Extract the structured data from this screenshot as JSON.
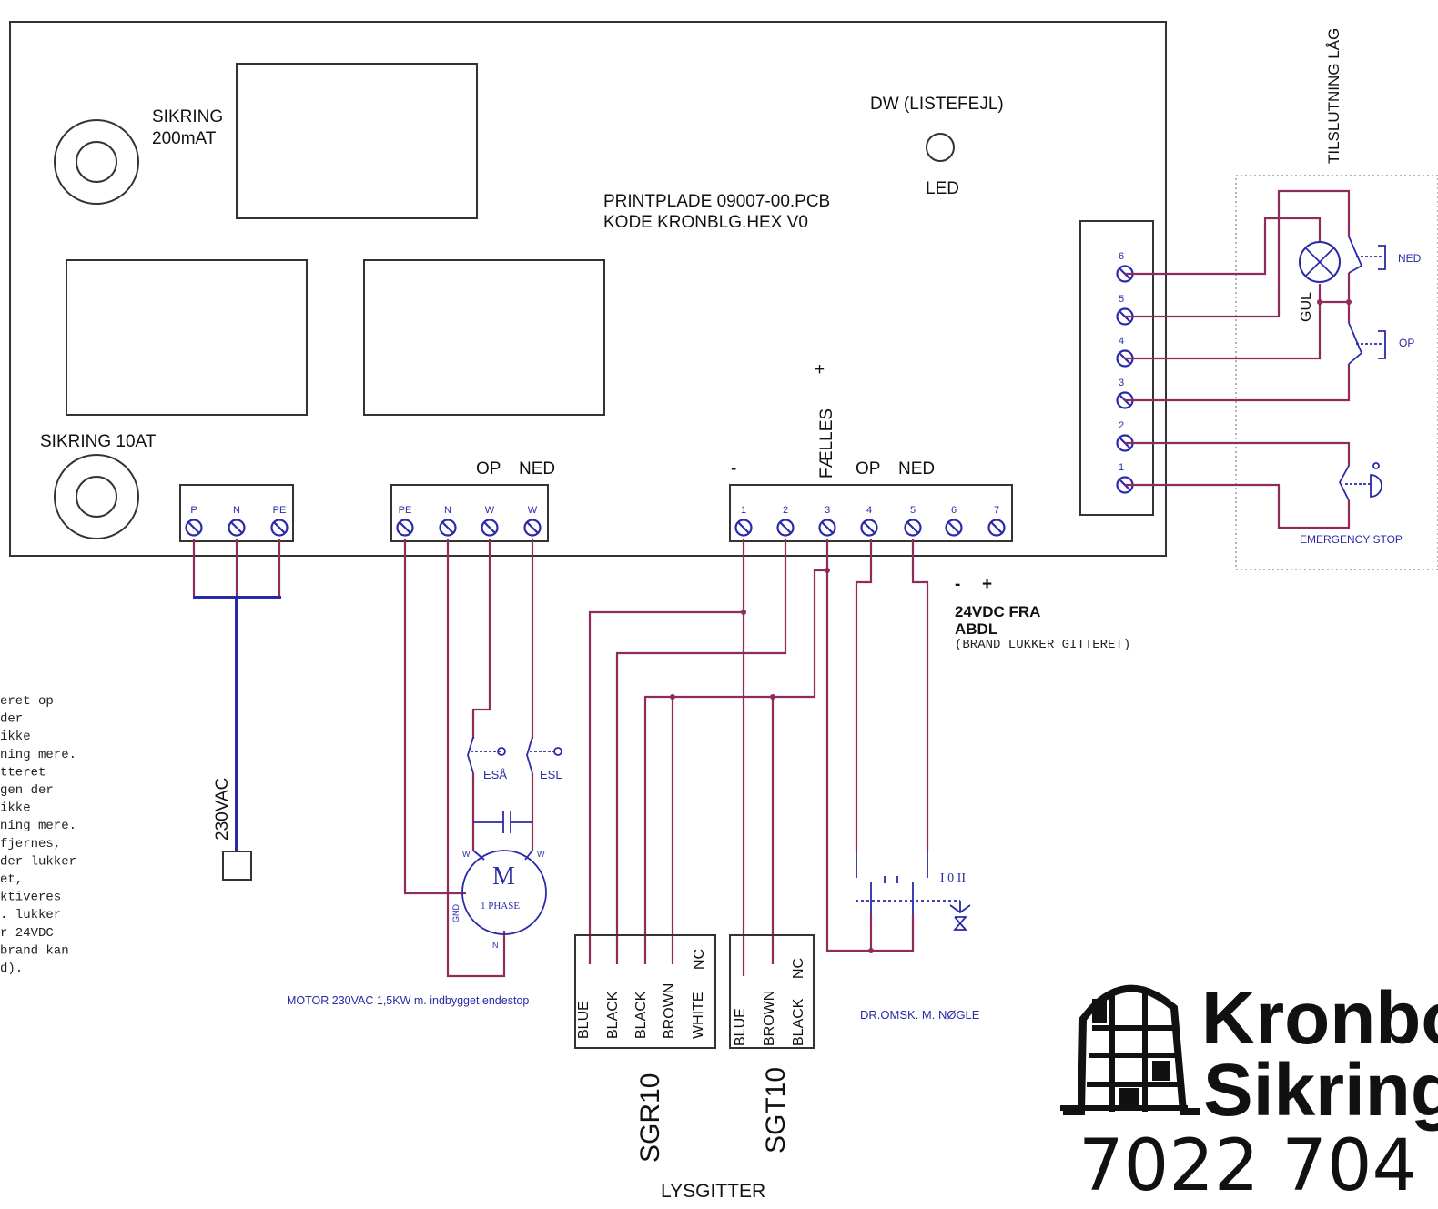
{
  "board": {
    "fuse_small": "SIKRING\n200mAT",
    "fuse_small_l1": "SIKRING",
    "fuse_small_l2": "200mAT",
    "fuse_large": "SIKRING 10AT",
    "pcb_line1": "PRINTPLADE 09007-00.PCB",
    "pcb_line2": "KODE KRONBLG.HEX V0",
    "led_title": "DW (LISTEFEJL)",
    "led_label": "LED",
    "plus_sign": "+",
    "minus_sign": "-",
    "faelles": "FÆLLES",
    "op": "OP",
    "ned": "NED"
  },
  "terminals": {
    "power": [
      "P",
      "N",
      "PE"
    ],
    "motor": [
      "PE",
      "N",
      "W",
      "W"
    ],
    "control": [
      "1",
      "2",
      "3",
      "4",
      "5",
      "6",
      "7"
    ],
    "lid": [
      "6",
      "5",
      "4",
      "3",
      "2",
      "1"
    ]
  },
  "supply": {
    "label": "230VAC"
  },
  "motor": {
    "symbol": "M",
    "phase": "1 PHASE",
    "w1": "W",
    "w2": "W",
    "gnd": "GND",
    "n": "N",
    "limit_open": "ESÅ",
    "limit_close": "ESL",
    "caption": "MOTOR 230VAC 1,5KW m. indbygget endestop"
  },
  "abdl": {
    "minus": "-",
    "plus": "+",
    "line1": "24VDC FRA",
    "line2": "ABDL",
    "line3": "(BRAND LUKKER GITTERET)"
  },
  "keyswitch": {
    "positions": "I  0  II",
    "caption": "DR.OMSK. M. NØGLE"
  },
  "lid_panel": {
    "title": "TILSLUTNING LÅG",
    "gul": "GUL",
    "ned": "NED",
    "op": "OP",
    "emergency": "EMERGENCY STOP"
  },
  "sgr10": {
    "wires": [
      "BLUE",
      "BLACK",
      "BLACK",
      "BROWN",
      "WHITE"
    ],
    "nc": "NC",
    "name": "SGR10"
  },
  "sgt10": {
    "wires": [
      "BLUE",
      "BROWN",
      "BLACK"
    ],
    "nc": "NC",
    "name": "SGT10"
  },
  "lysgitter": "LYSGITTER",
  "note_lines": [
    "eret op",
    " der",
    " ikke",
    "ning mere.",
    "tteret",
    "gen der",
    " ikke",
    "ning mere.",
    "fjernes,",
    "der lukker",
    "et,",
    "ktiveres",
    ". lukker",
    "r 24VDC",
    " brand kan",
    "d)."
  ],
  "logo": {
    "line1": "Kronbo",
    "line2": "Sikring",
    "phone": "7022 704"
  },
  "colors": {
    "wire": "#8e2d5c",
    "accent": "#2a2aa8",
    "ink": "#111111"
  }
}
